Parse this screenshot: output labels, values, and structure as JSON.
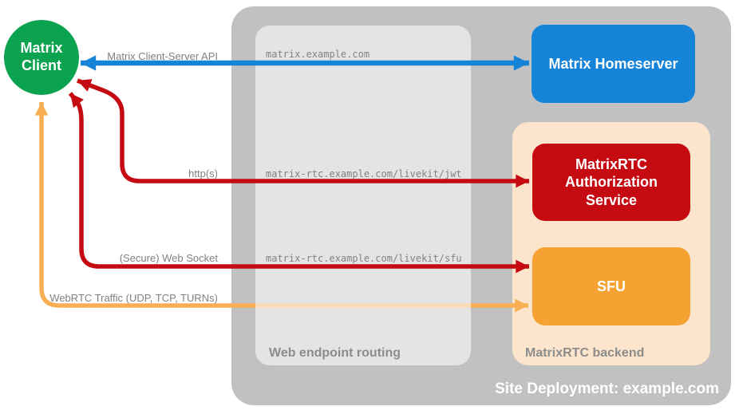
{
  "diagram": {
    "nodes": {
      "client": {
        "label": "Matrix Client",
        "color": "#0ba350"
      },
      "homeserver": {
        "label": "Matrix Homeserver",
        "color": "#1583d8"
      },
      "auth_service": {
        "label": "MatrixRTC Authorization Service",
        "color": "#c50a11"
      },
      "sfu": {
        "label": "SFU",
        "color": "#f6a233"
      }
    },
    "containers": {
      "site": {
        "label": "Site Deployment: example.com",
        "color": "#c1c1c1"
      },
      "routing": {
        "label": "Web endpoint routing",
        "color": "#e4e4e4"
      },
      "backend": {
        "label": "MatrixRTC backend",
        "color": "#fce5cc"
      }
    },
    "connections": {
      "api": {
        "label": "Matrix Client-Server API",
        "route": "matrix.example.com",
        "color": "#1583d8",
        "from": "Matrix Client",
        "to": "Matrix Homeserver",
        "bidirectional": true
      },
      "http": {
        "label": "http(s)",
        "route": "matrix-rtc.example.com/livekit/jwt",
        "color": "#c50a11",
        "from": "Matrix Client",
        "to": "MatrixRTC Authorization Service",
        "bidirectional": true
      },
      "websocket": {
        "label": "(Secure) Web Socket",
        "route": "matrix-rtc.example.com/livekit/sfu",
        "color": "#c50a11",
        "from": "Matrix Client",
        "to": "SFU",
        "bidirectional": true
      },
      "webrtc": {
        "label": "WebRTC Traffic (UDP, TCP, TURNs)",
        "route": "",
        "color": "#f8ae52",
        "from": "Matrix Client",
        "to": "SFU",
        "bidirectional": true
      }
    }
  }
}
